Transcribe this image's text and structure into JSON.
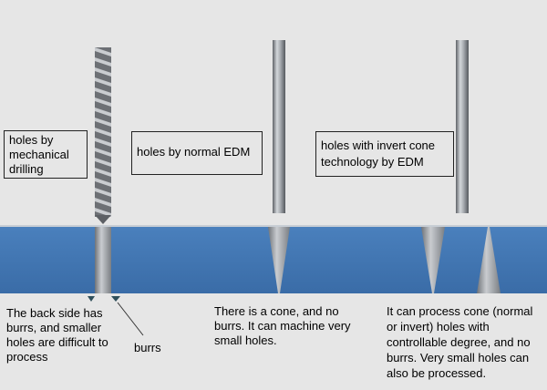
{
  "labels": {
    "drilling": "holes by mechanical drilling",
    "normal_edm": "holes by normal EDM",
    "invert_edm": "holes with invert cone technology by EDM"
  },
  "captions": {
    "drilling": "The back side has burrs, and smaller holes are difficult to process",
    "burrs": "burrs",
    "normal_edm": "There is a cone, and no burrs. It can machine very small holes.",
    "invert_edm": "It can process cone (normal or invert) holes with controllable degree, and no burrs. Very small holes can also be processed."
  },
  "colors": {
    "background": "#e6e6e6",
    "workpiece": "#3f74b0",
    "tool": "#9ea2a8",
    "burr": "#2f4f5a"
  }
}
